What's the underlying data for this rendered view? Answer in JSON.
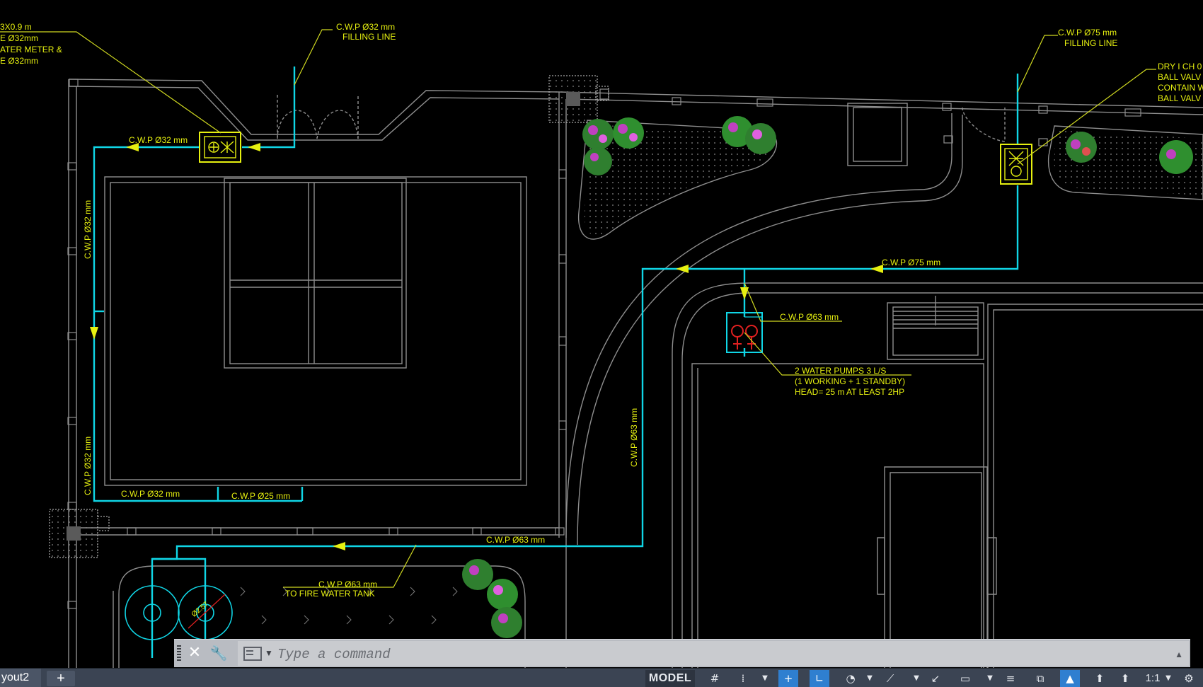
{
  "drawing": {
    "notes": {
      "topleft_1": "3X0.9 m",
      "topleft_2": "E Ø32mm",
      "topleft_3": "ATER METER &",
      "topleft_4": "E Ø32mm",
      "topright_1": "DRY I CH 0",
      "topright_2": "BALL VALV",
      "topright_3": "CONTAIN W",
      "topright_4": "BALL VALV"
    },
    "labels": {
      "filling_small_size": "C.W.P Ø32 mm",
      "filling_small_name": "FILLING LINE",
      "filling_large_size": "C.W.P Ø75 mm",
      "filling_large_name": "FILLING LINE",
      "pipe_top_32": "C.W.P Ø32 mm",
      "pipe_vert_32a": "C.W.P Ø32 mm",
      "pipe_vert_32b": "C.W.P Ø32 mm",
      "pipe_bottom_32": "C.W.P Ø32 mm",
      "pipe_bottom_25": "C.W.P Ø25 mm",
      "pipe_75": "C.W.P Ø75 mm",
      "pipe_63_short": "C.W.P Ø63 mm",
      "pipe_63_vertical": "C.W.P Ø63 mm",
      "pipe_63_bottom": "C.W.P Ø63 mm",
      "pump_1": "2 WATER PUMPS  3 L/S",
      "pump_2": "(1 WORKING + 1 STANDBY)",
      "pump_3": "HEAD= 25 m AT LEAST 2HP",
      "fire_tank_size": "C.W.P Ø63 mm",
      "fire_tank_name": "TO FIRE WATER TANK",
      "tank_dim": "Ø2.57"
    },
    "colors": {
      "pipe": "#10d6e6",
      "annotation": "#e6f010",
      "outline": "#9a9a9a",
      "pump": "#e02020",
      "shrub": "#3aa83a"
    }
  },
  "command_line": {
    "placeholder": "Type a command"
  },
  "status_bar": {
    "layout_tab": "yout2",
    "add_tab": "+",
    "model_button": "MODEL",
    "scale": "1:1"
  },
  "icons": {
    "close": "close-icon",
    "wrench": "wrench-icon",
    "grid": "grid-icon",
    "snap": "snap-icon",
    "ortho": "ortho-icon",
    "polar": "polar-icon",
    "osnap": "osnap-icon",
    "lineweight": "lineweight-icon",
    "annotation": "annotation-icon",
    "settings": "gear-icon"
  }
}
